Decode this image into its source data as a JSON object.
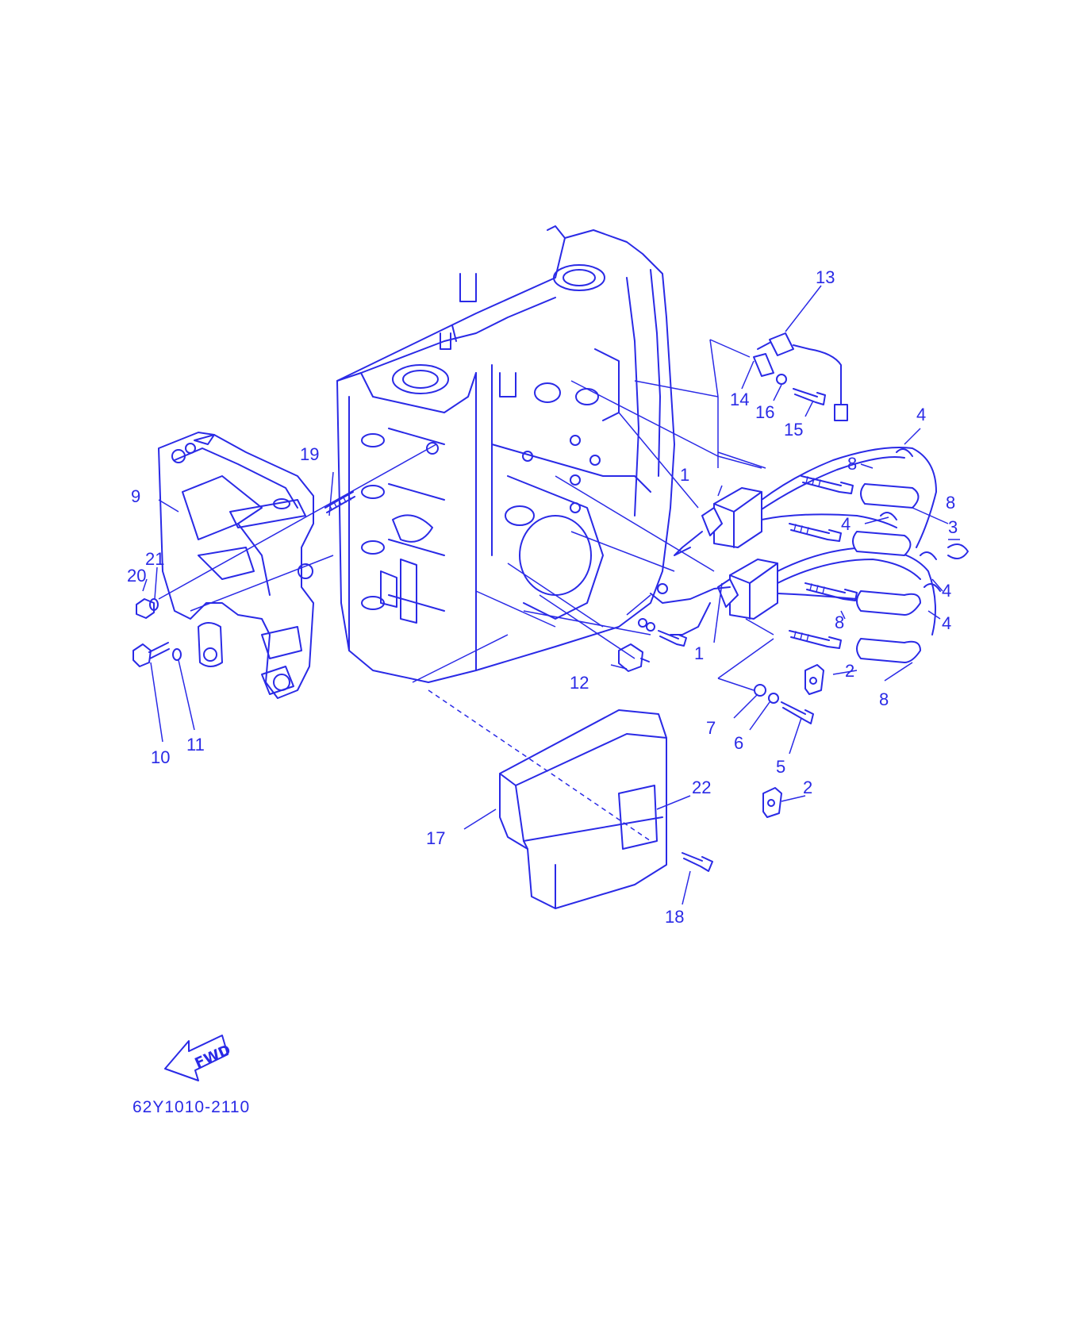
{
  "diagram": {
    "catalog_number": "62Y1010-2110",
    "fwd_label": "FWD",
    "ink_color": "#2a2ae6",
    "callouts": [
      "1",
      "1",
      "2",
      "2",
      "3",
      "4",
      "4",
      "4",
      "4",
      "5",
      "6",
      "7",
      "8",
      "8",
      "8",
      "8",
      "9",
      "10",
      "11",
      "12",
      "13",
      "14",
      "15",
      "16",
      "17",
      "18",
      "19",
      "20",
      "21",
      "22"
    ]
  }
}
